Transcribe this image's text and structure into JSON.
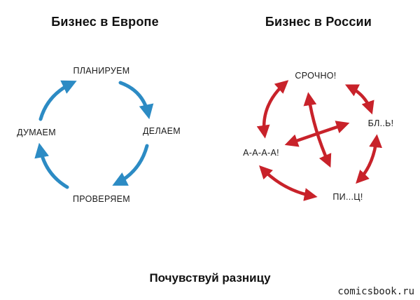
{
  "europe": {
    "title": "Бизнес в Европе",
    "steps": [
      "ПЛАНИРУЕМ",
      "ДЕЛАЕМ",
      "ПРОВЕРЯЕМ",
      "ДУМАЕМ"
    ],
    "arrow_color": "#2c8bc4"
  },
  "russia": {
    "title": "Бизнес в России",
    "states": [
      "СРОЧНО!",
      "БЛ..Ь!",
      "ПИ...Ц!",
      "А-А-А-А!"
    ],
    "arrow_color": "#c8222a"
  },
  "caption": "Почувствуй разницу",
  "watermark": "comicsbook.ru"
}
